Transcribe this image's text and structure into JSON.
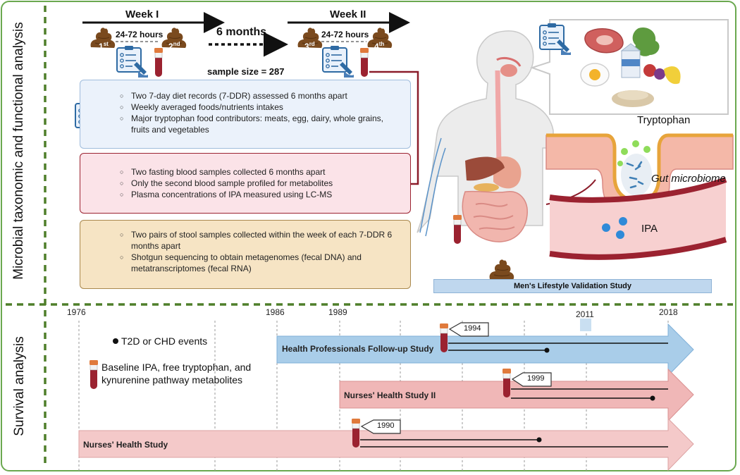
{
  "labels": {
    "top_section": "Microbial taxonomic and functional analysis",
    "bottom_section": "Survival analysis"
  },
  "timeline": {
    "week1": "Week I",
    "week2": "Week II",
    "interval1": "24-72 hours",
    "interval2": "24-72 hours",
    "gap": "6 months",
    "sample_size": "sample size = 287",
    "stool_1": {
      "num": "1",
      "sup": "st"
    },
    "stool_2": {
      "num": "2",
      "sup": "nd"
    },
    "stool_3": {
      "num": "3",
      "sup": "rd"
    },
    "stool_4": {
      "num": "4",
      "sup": "th"
    }
  },
  "diet_box": {
    "items": [
      "Two 7-day diet records (7-DDR) assessed 6 months apart",
      "Weekly averaged foods/nutrients intakes",
      "Major tryptophan food contributors: meats, egg, dairy, whole grains, fruits and vegetables"
    ]
  },
  "blood_box": {
    "items": [
      "Two fasting blood samples collected 6 months apart",
      "Only the second blood sample profiled for metabolites",
      "Plasma concentrations of IPA measured using LC-MS"
    ]
  },
  "stool_box": {
    "items": [
      "Two pairs of stool samples collected within the week of each 7-DDR 6 months apart",
      "Shotgun sequencing to obtain metagenomes (fecal DNA) and metatranscriptomes (fecal RNA)"
    ]
  },
  "illustration": {
    "tryptophan": "Tryptophan",
    "gut_microbiome": "Gut microbiome",
    "ipa": "IPA",
    "study_banner": "Men's Lifestyle Validation Study"
  },
  "survival": {
    "years": [
      "1976",
      "1986",
      "1989",
      "2011",
      "2018"
    ],
    "legend_event": "T2D or CHD events",
    "legend_baseline": "Baseline IPA, free tryptophan, and kynurenine pathway metabolites",
    "cohorts": [
      {
        "name": "Health Professionals Follow-up Study",
        "baseline": "1994",
        "color": "#a9cde9"
      },
      {
        "name": "Nurses' Health Study II",
        "baseline": "1999",
        "color": "#f0b7b7"
      },
      {
        "name": "Nurses' Health Study",
        "baseline": "1990",
        "color": "#f4c9c9"
      }
    ]
  },
  "colors": {
    "frame_green": "#6aa84f",
    "diet_box_fill": "#ebf2fb",
    "blood_box_fill": "#fbe3e8",
    "stool_box_fill": "#f6e4c4",
    "hpfs_arrow": "#a9cde9",
    "nhs2_arrow": "#f0b7b7",
    "nhs_arrow": "#f4c9c9",
    "blood_red": "#9b2230",
    "stool_brown": "#7a4a1e"
  }
}
